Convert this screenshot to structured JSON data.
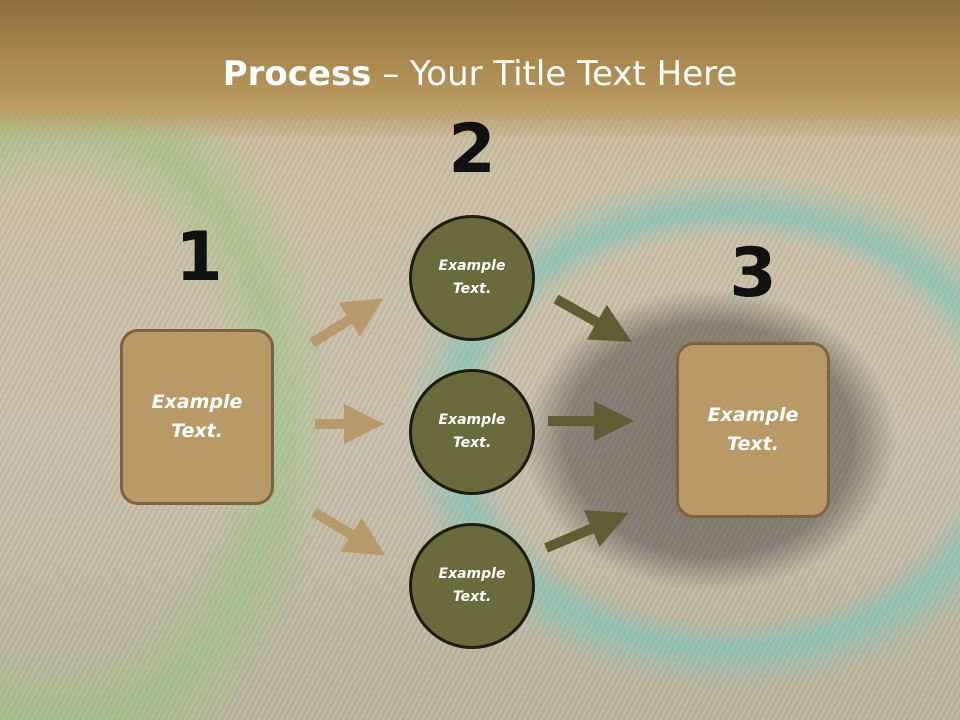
{
  "title": {
    "bold": "Process",
    "rest": " – Your Title Text Here"
  },
  "steps": {
    "one": "1",
    "two": "2",
    "three": "3"
  },
  "left_box": {
    "line1": "Example",
    "line2": "Text."
  },
  "circles": [
    {
      "line1": "Example",
      "line2": "Text."
    },
    {
      "line1": "Example",
      "line2": "Text."
    },
    {
      "line1": "Example",
      "line2": "Text."
    }
  ],
  "right_box": {
    "line1": "Example",
    "line2": "Text."
  },
  "colors": {
    "box_fill": "#b99a67",
    "circle_fill": "#6b6a3d",
    "arrow_in": "#b79a6a",
    "arrow_out": "#5e5d33"
  }
}
